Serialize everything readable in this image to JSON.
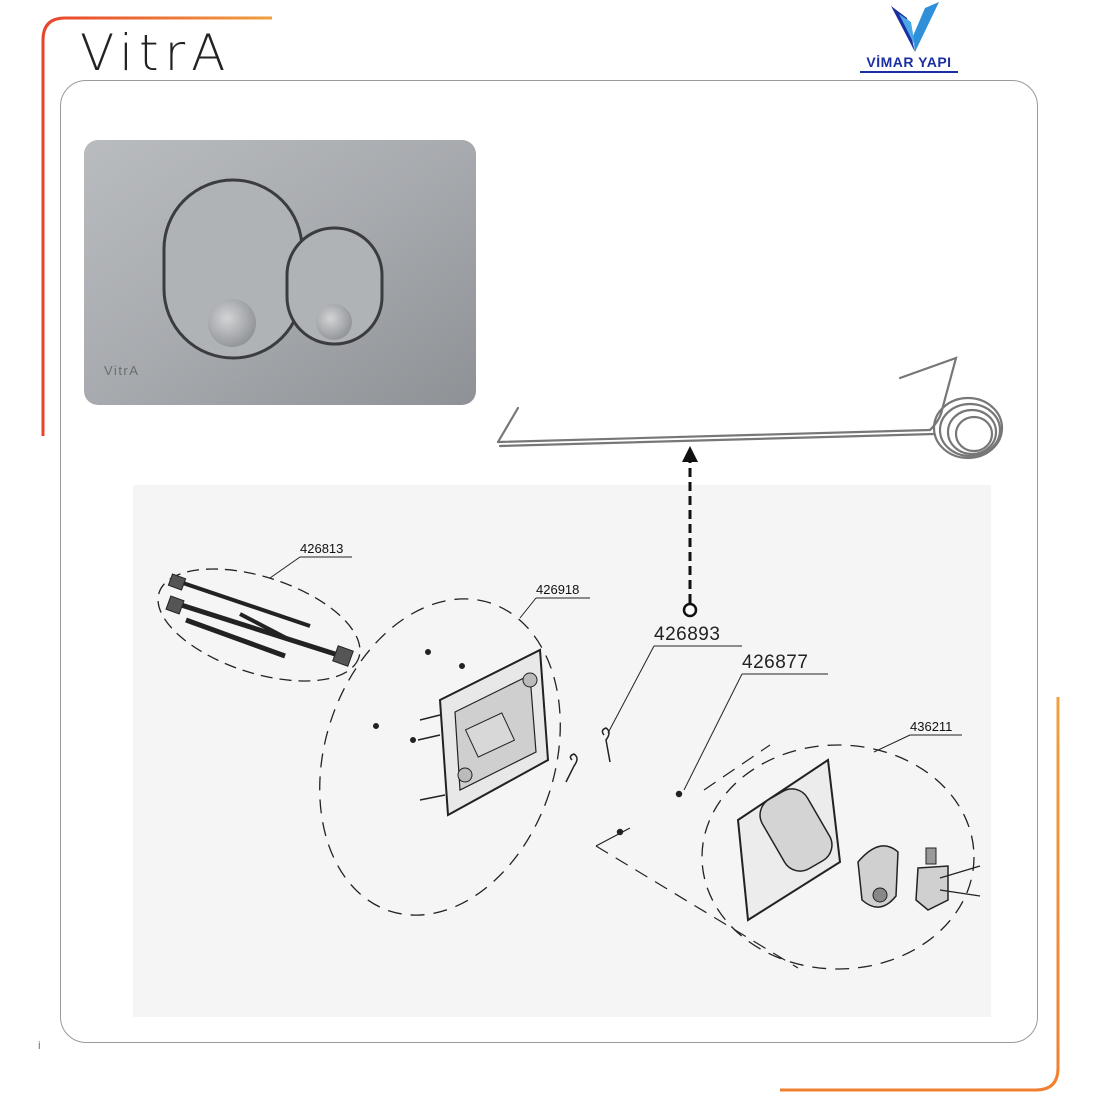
{
  "header": {
    "brand_left": "VitrA",
    "brand_right": "VİMAR YAPI"
  },
  "colors": {
    "accent_frame": "#e8442c",
    "accent_gradient_end": "#f0a040",
    "brand_blue": "#1c2fa0",
    "frame_border": "#9a9a9a"
  },
  "product_photo": {
    "plate_logo": "VitrA"
  },
  "callouts": {
    "highlighted_part": "426893",
    "secondary_part": "426877"
  },
  "diagram": {
    "parts": {
      "bolts": "426813",
      "frame": "426918",
      "button_assembly": "436211"
    }
  },
  "icons": {
    "arrow": "dashed-arrow-up-icon",
    "spring": "spring-wire-icon",
    "logo": "vimar-logo-icon"
  },
  "footer_mark": "İ"
}
